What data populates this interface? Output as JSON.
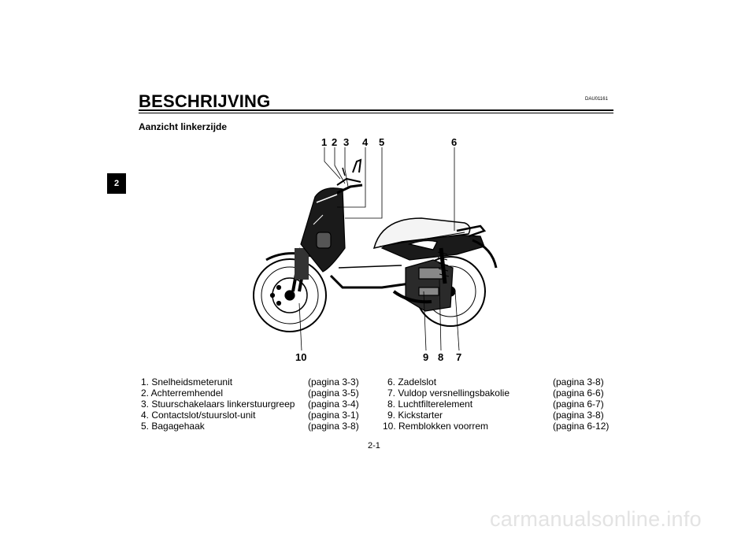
{
  "section_tab": "2",
  "header": {
    "title": "BESCHRIJVING",
    "code": "DAU01161",
    "subtitle": "Aanzicht linkerzijde"
  },
  "callouts": {
    "top": [
      "1",
      "2",
      "3",
      "4",
      "5",
      "6"
    ],
    "bottom": [
      "10",
      "9",
      "8",
      "7"
    ]
  },
  "parts": [
    {
      "label": "1. Snelheidsmeterunit",
      "page": "(pagina 3-3)"
    },
    {
      "label": "2. Achterremhendel",
      "page": "(pagina 3-5)"
    },
    {
      "label": "3. Stuurschakelaars linkerstuurgreep",
      "page": "(pagina 3-4)"
    },
    {
      "label": "4. Contactslot/stuurslot-unit",
      "page": "(pagina 3-1)"
    },
    {
      "label": "5. Bagagehaak",
      "page": "(pagina 3-8)"
    },
    {
      "label": "6. Zadelslot",
      "page": "(pagina 3-8)"
    },
    {
      "label": "7. Vuldop versnellingsbakolie",
      "page": "(pagina 6-6)"
    },
    {
      "label": "8. Luchtfilterelement",
      "page": "(pagina 6-7)"
    },
    {
      "label": "9. Kickstarter",
      "page": "(pagina 3-8)"
    },
    {
      "label": "10. Remblokken voorrem",
      "page": "(pagina 6-12)"
    }
  ],
  "page_number": "2-1",
  "watermark": "carmanualsonline.info"
}
